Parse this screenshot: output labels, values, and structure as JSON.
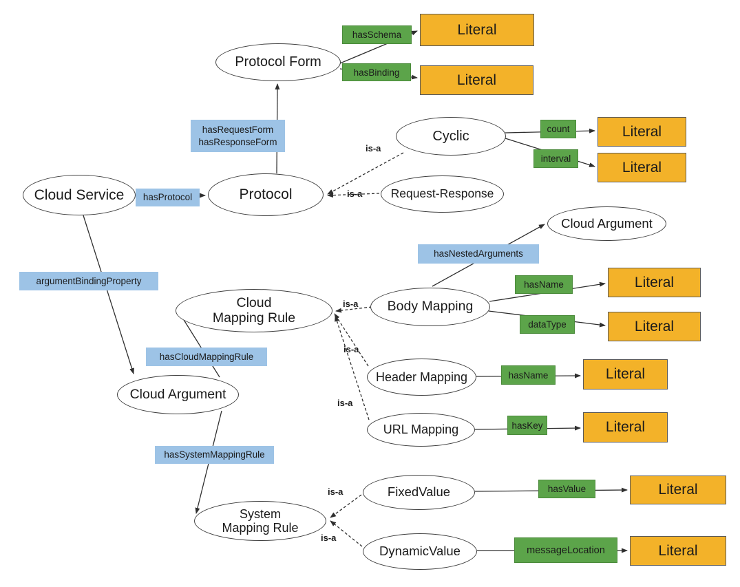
{
  "colors": {
    "object_property_box": "#9dc3e6",
    "datatype_property_box": "#5ca44a",
    "datatype_property_border": "#4a8a3a",
    "literal_box": "#f3b229",
    "literal_border": "#595959",
    "node_border": "#3f3f3f",
    "line_color": "#2f2f2f"
  },
  "nodes": {
    "protocol_form": {
      "label": "Protocol Form"
    },
    "cloud_service": {
      "label": "Cloud Service"
    },
    "protocol": {
      "label": "Protocol"
    },
    "cyclic": {
      "label": "Cyclic"
    },
    "request_response": {
      "label": "Request-Response"
    },
    "cloud_argument_top": {
      "label": "Cloud Argument"
    },
    "body_mapping": {
      "label": "Body Mapping"
    },
    "cloud_mapping_rule": {
      "lines": [
        "Cloud",
        "Mapping Rule"
      ]
    },
    "cloud_argument": {
      "label": "Cloud Argument"
    },
    "header_mapping": {
      "label": "Header Mapping"
    },
    "url_mapping": {
      "label": "URL Mapping"
    },
    "system_mapping_rule": {
      "lines": [
        "System",
        "Mapping Rule"
      ]
    },
    "fixed_value": {
      "label": "FixedValue"
    },
    "dynamic_value": {
      "label": "DynamicValue"
    }
  },
  "object_properties": {
    "has_request_form": "hasRequestForm",
    "has_response_form": "hasResponseForm",
    "has_protocol": "hasProtocol",
    "has_nested_arguments": "hasNestedArguments",
    "argument_binding_property": "argumentBindingProperty",
    "has_cloud_mapping_rule": "hasCloudMappingRule",
    "has_system_mapping_rule": "hasSystemMappingRule"
  },
  "datatype_properties": {
    "has_schema": "hasSchema",
    "has_binding": "hasBinding",
    "count": "count",
    "interval": "interval",
    "has_name_body": "hasName",
    "data_type": "dataType",
    "has_name_header": "hasName",
    "has_key": "hasKey",
    "has_value": "hasValue",
    "message_location": "messageLocation"
  },
  "labels": {
    "literal": "Literal",
    "is_a": "is-a"
  }
}
